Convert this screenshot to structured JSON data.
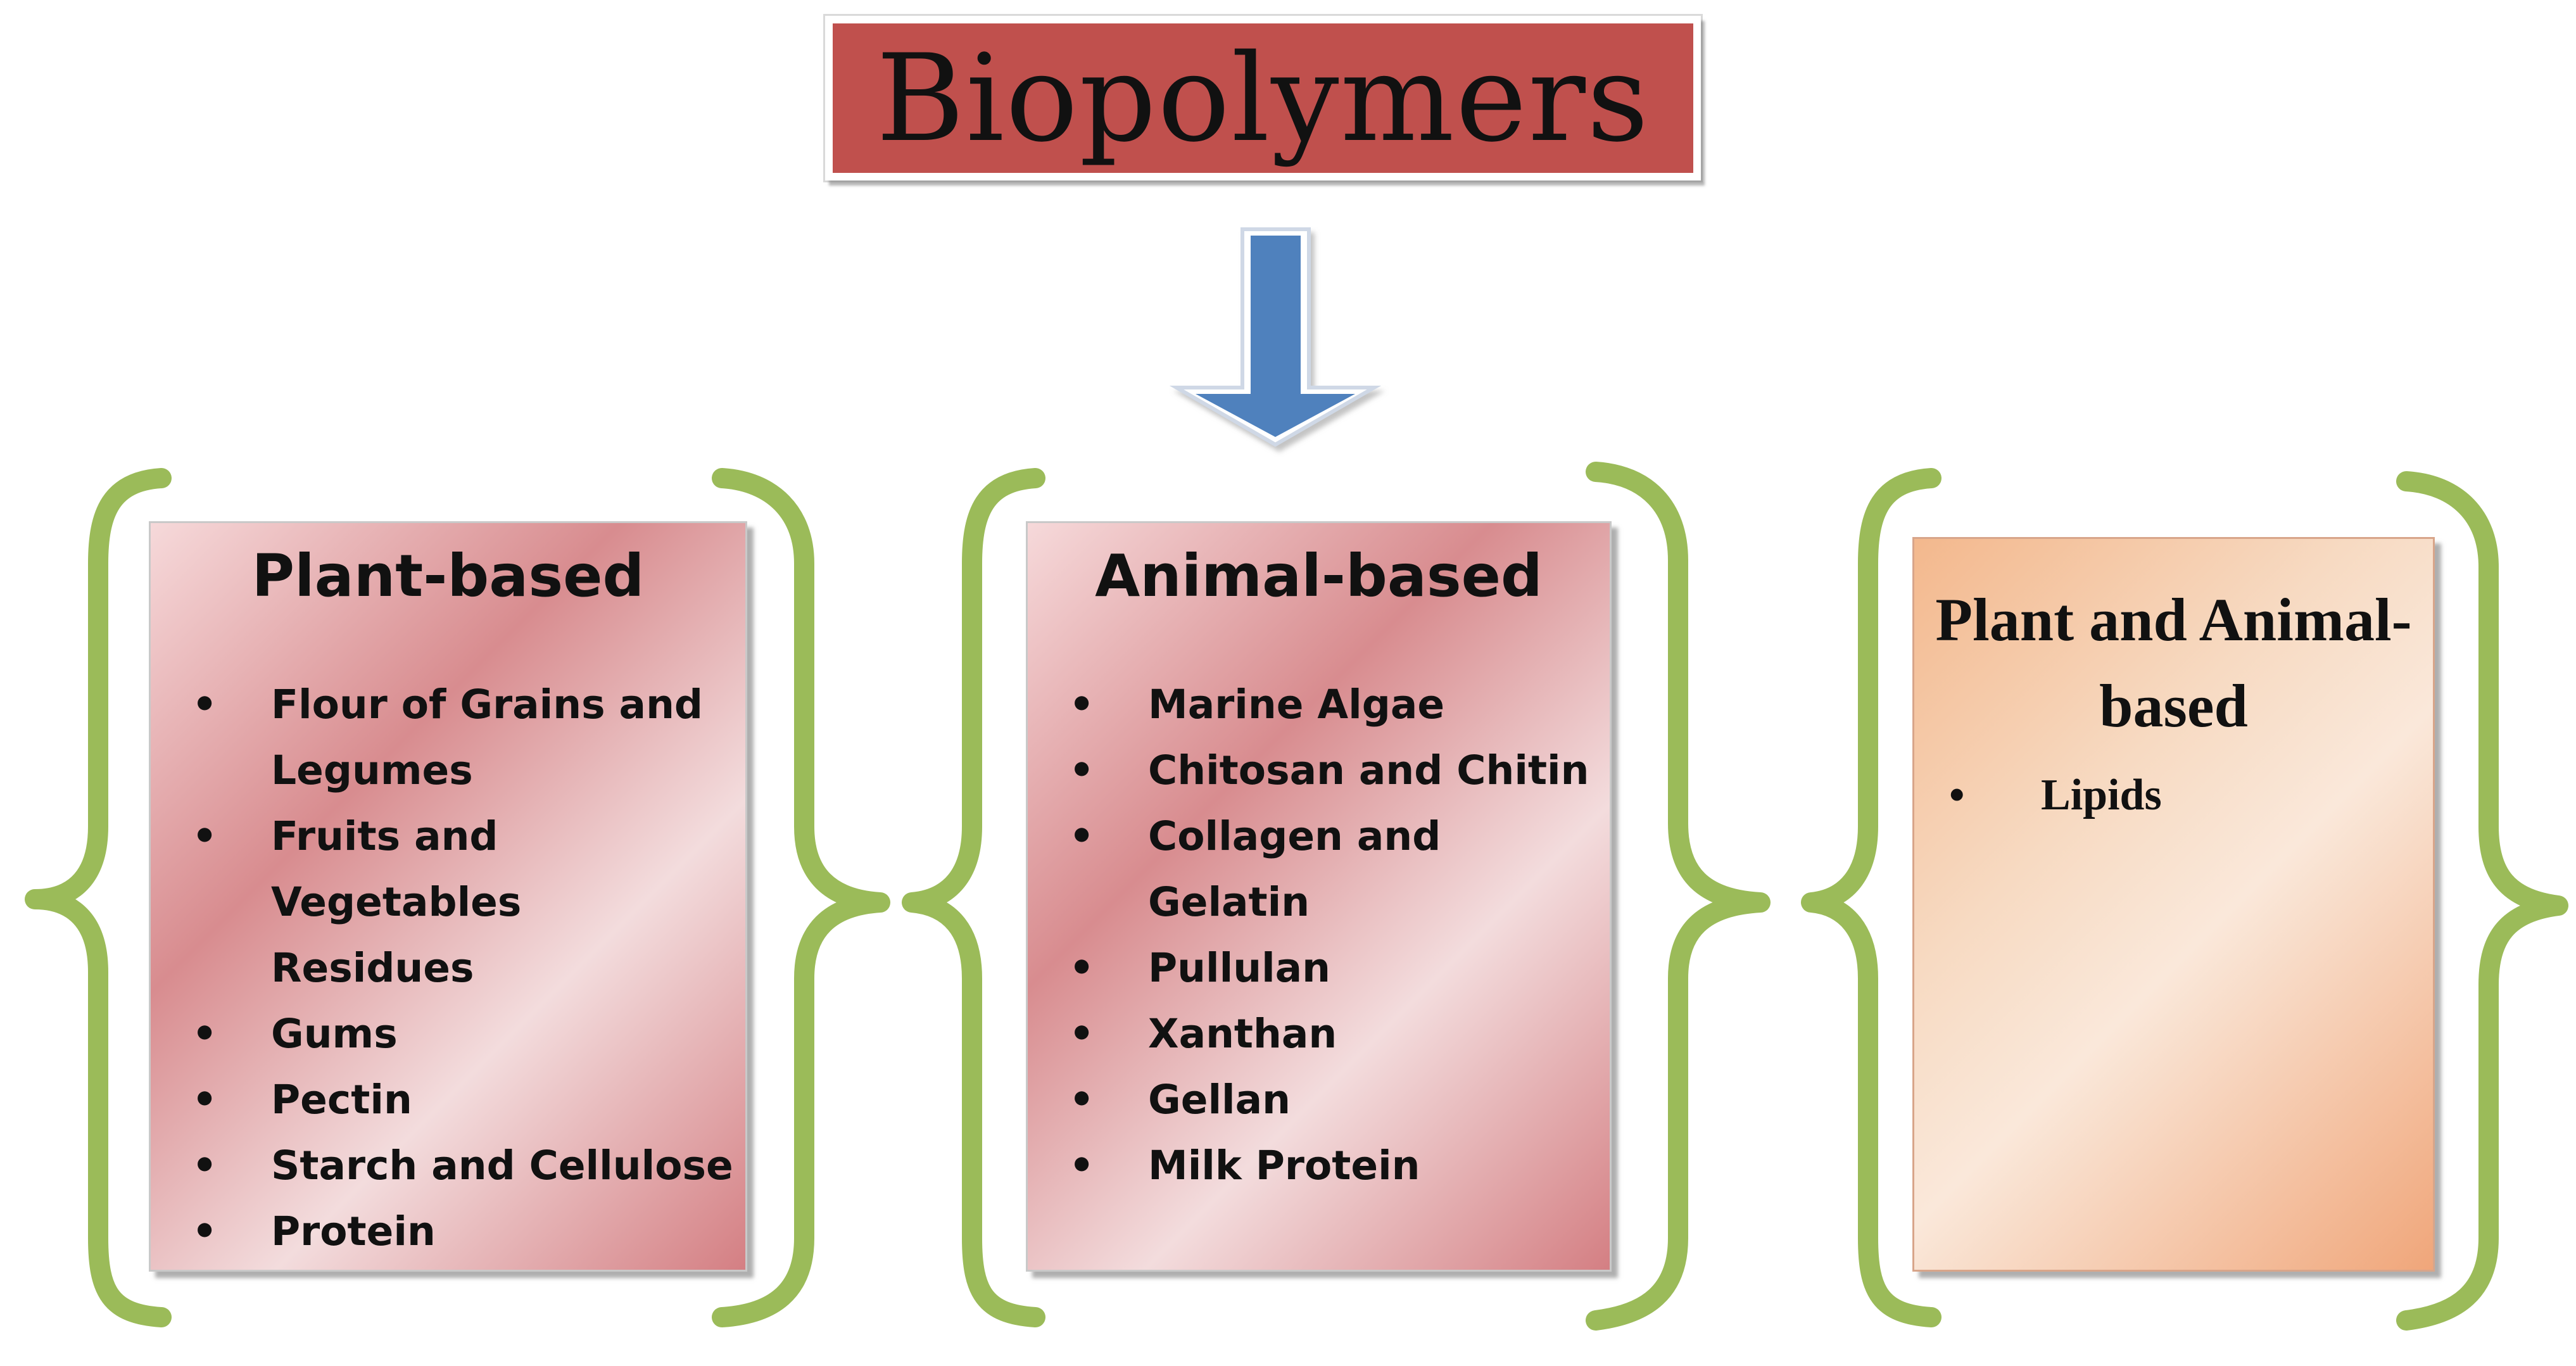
{
  "title": "Biopolymers",
  "colors": {
    "title_fill": "#c0504d",
    "arrow_fill": "#4f81bd",
    "brace_stroke": "#9bbb59",
    "card_rose": "#d88c8f",
    "card_peach": "#f3b88d"
  },
  "arrow": {
    "direction": "down",
    "icon": "down-arrow-icon"
  },
  "categories": [
    {
      "heading": "Plant-based",
      "items": [
        "Flour of Grains and Legumes",
        "Fruits and Vegetables Residues",
        "Gums",
        "Pectin",
        "Starch and Cellulose",
        "Protein"
      ]
    },
    {
      "heading": "Animal-based",
      "items": [
        "Marine Algae",
        "Chitosan and Chitin",
        "Collagen and Gelatin",
        "Pullulan",
        "Xanthan",
        "Gellan",
        "Milk Protein"
      ]
    },
    {
      "heading": "Plant and Animal-based",
      "items": [
        "Lipids"
      ]
    }
  ],
  "bullet_char": "•"
}
